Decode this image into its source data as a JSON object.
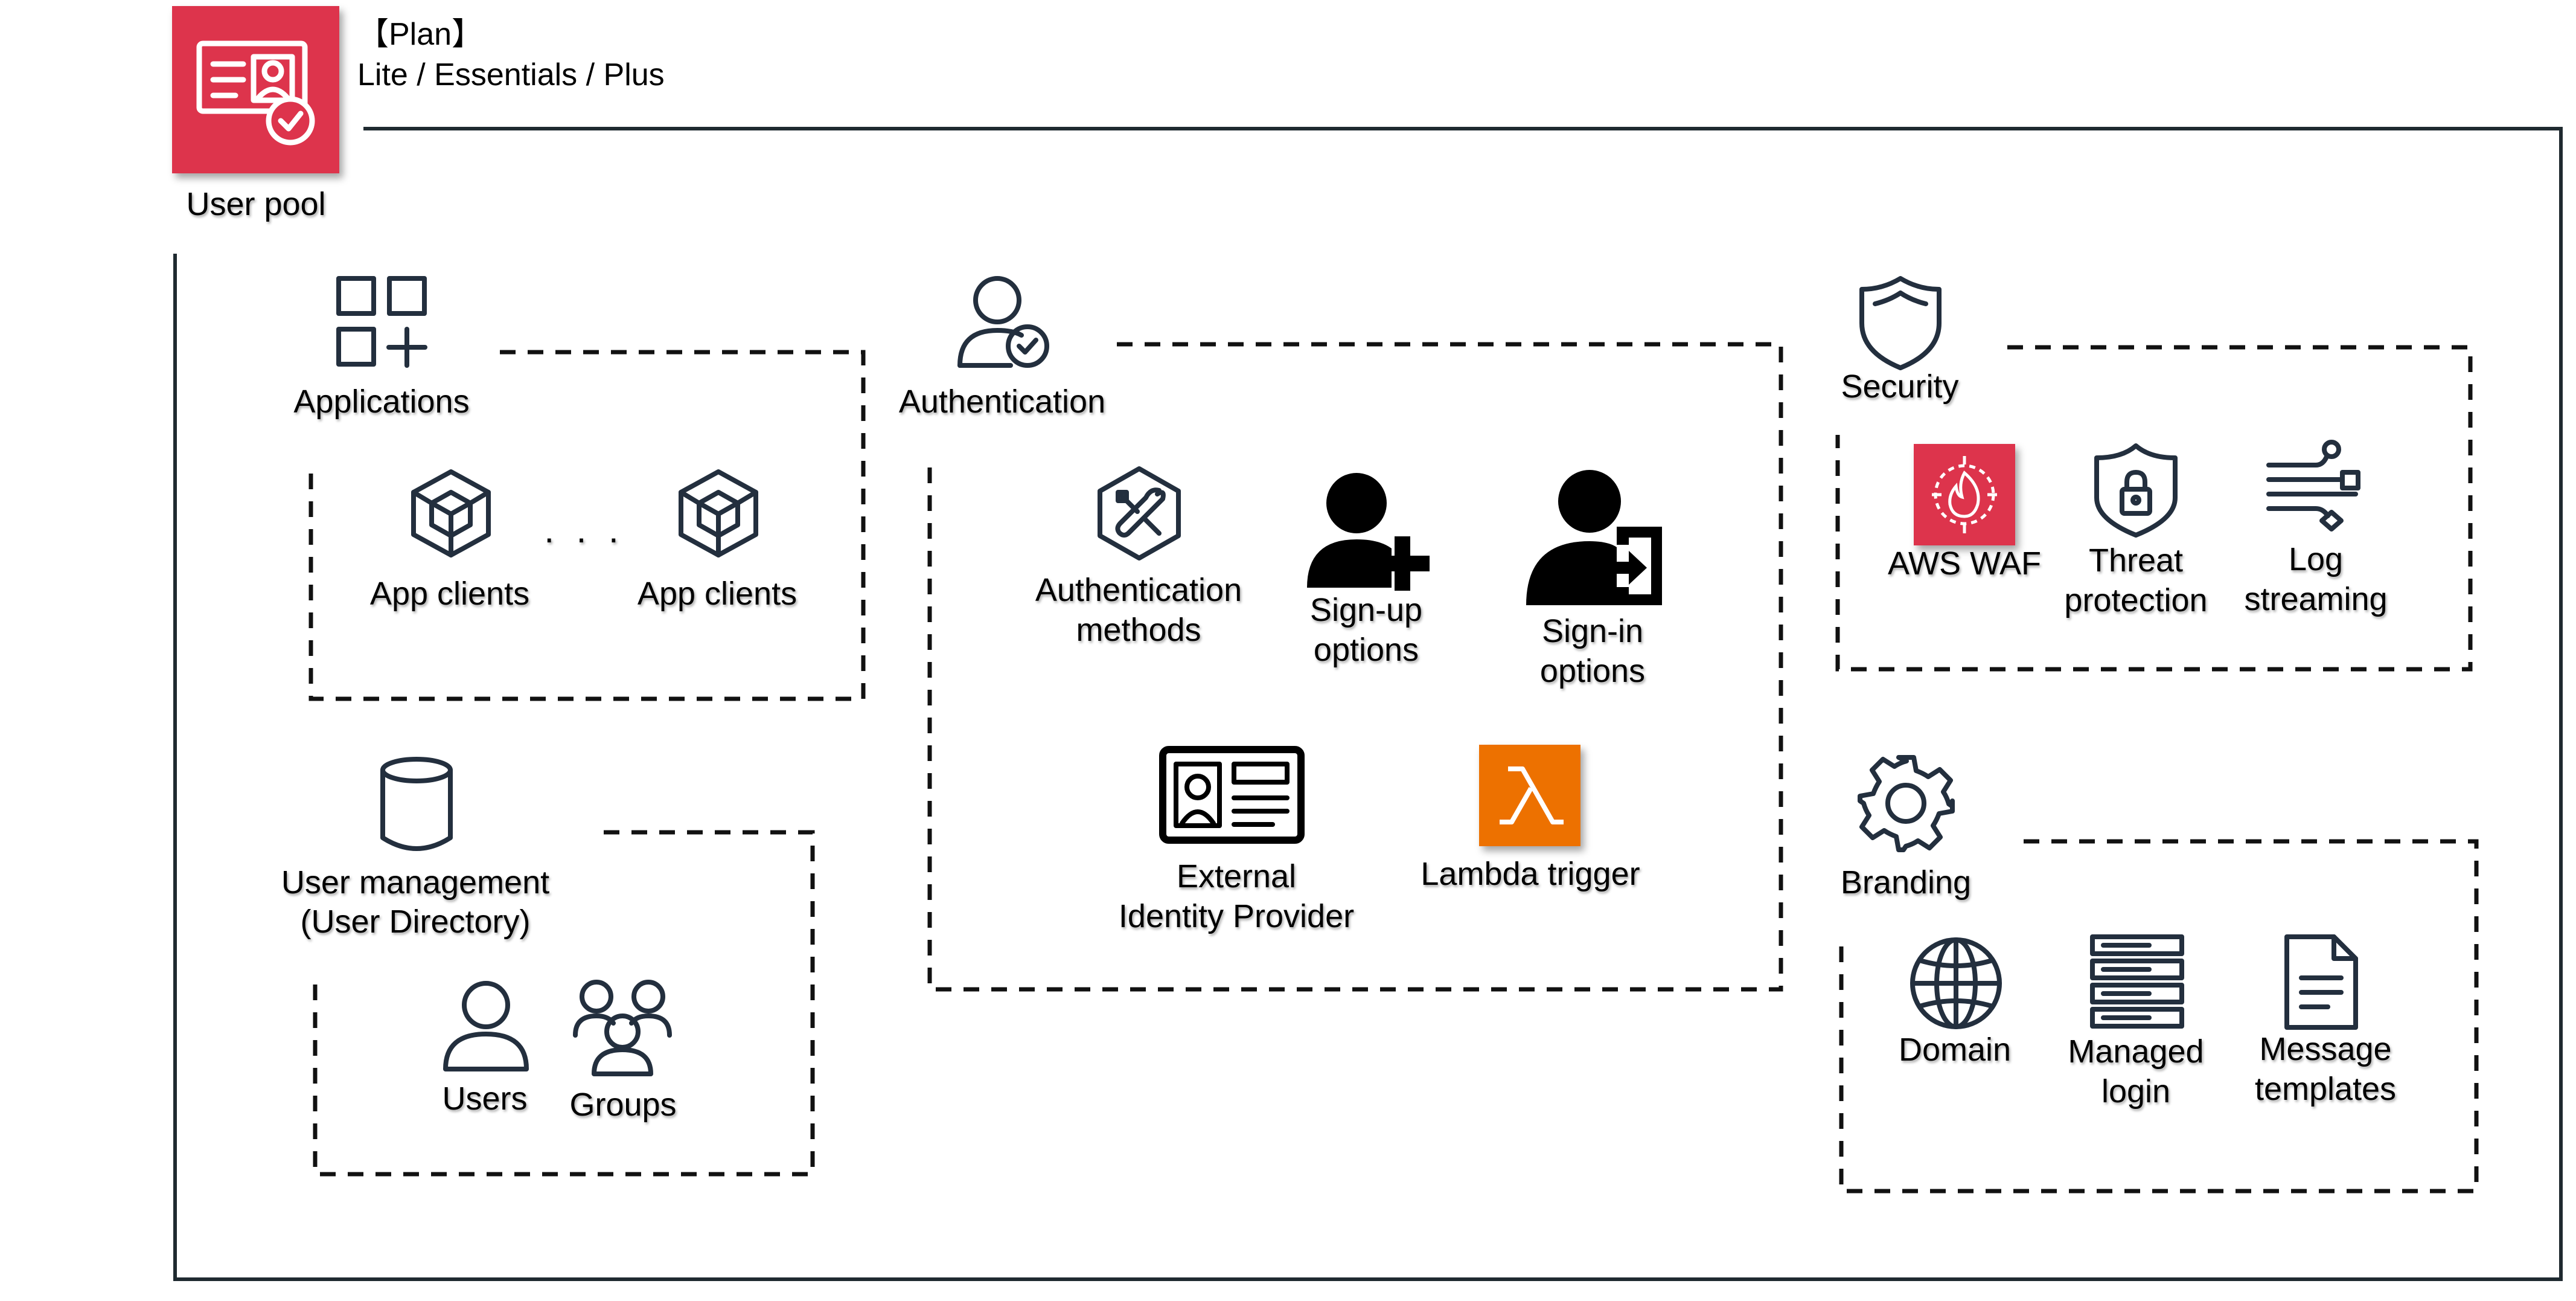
{
  "plan": {
    "title": "【Plan】",
    "tiers": "Lite / Essentials / Plus"
  },
  "user_pool": {
    "label": "User pool",
    "color": "#dd344c"
  },
  "applications": {
    "title": "Applications",
    "items": [
      {
        "label": "App clients",
        "icon": "package-icon"
      },
      {
        "label": "App clients",
        "icon": "package-icon"
      }
    ],
    "ellipsis": ". . ."
  },
  "user_management": {
    "title_line1": "User management",
    "title_line2": "(User Directory)",
    "items": [
      {
        "label": "Users",
        "icon": "user-icon"
      },
      {
        "label": "Groups",
        "icon": "groups-icon"
      }
    ]
  },
  "authentication": {
    "title": "Authentication",
    "items": [
      {
        "line1": "Authentication",
        "line2": "methods",
        "icon": "tools-icon"
      },
      {
        "line1": "Sign-up",
        "line2": "options",
        "icon": "user-add-icon"
      },
      {
        "line1": "Sign-in",
        "line2": "options",
        "icon": "user-sign-in-icon"
      },
      {
        "line1": "External",
        "line2": "Identity Provider",
        "icon": "identity-card-icon"
      },
      {
        "line1": "Lambda trigger",
        "icon": "lambda-icon"
      }
    ],
    "lambda_color": "#ed7100"
  },
  "security": {
    "title": "Security",
    "items": [
      {
        "line1": "AWS WAF",
        "icon": "waf-icon"
      },
      {
        "line1": "Threat",
        "line2": "protection",
        "icon": "shield-lock-icon"
      },
      {
        "line1": "Log",
        "line2": "streaming",
        "icon": "log-stream-icon"
      }
    ],
    "waf_color": "#dd344c"
  },
  "branding": {
    "title": "Branding",
    "items": [
      {
        "line1": "Domain",
        "icon": "globe-icon"
      },
      {
        "line1": "Managed",
        "line2": "login",
        "icon": "server-stack-icon"
      },
      {
        "line1": "Message",
        "line2": "templates",
        "icon": "document-icon"
      }
    ]
  }
}
